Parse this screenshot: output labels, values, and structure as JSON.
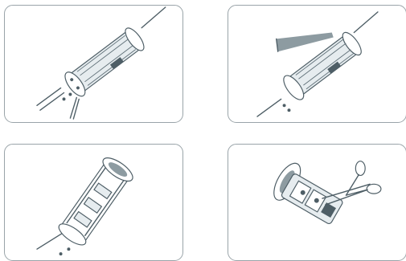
{
  "figure": {
    "panels": [
      {
        "id": "step-1",
        "icon": "cable-connector-screwdriver-icon"
      },
      {
        "id": "step-2",
        "icon": "cable-connector-cutter-icon"
      },
      {
        "id": "step-3",
        "icon": "cable-connector-open-housing-icon"
      },
      {
        "id": "step-4",
        "icon": "scissors-cut-connector-icon"
      }
    ],
    "colors": {
      "outline": "#4e5e66",
      "frame": "#9aa4a9",
      "fill": "#e6ecef"
    }
  }
}
